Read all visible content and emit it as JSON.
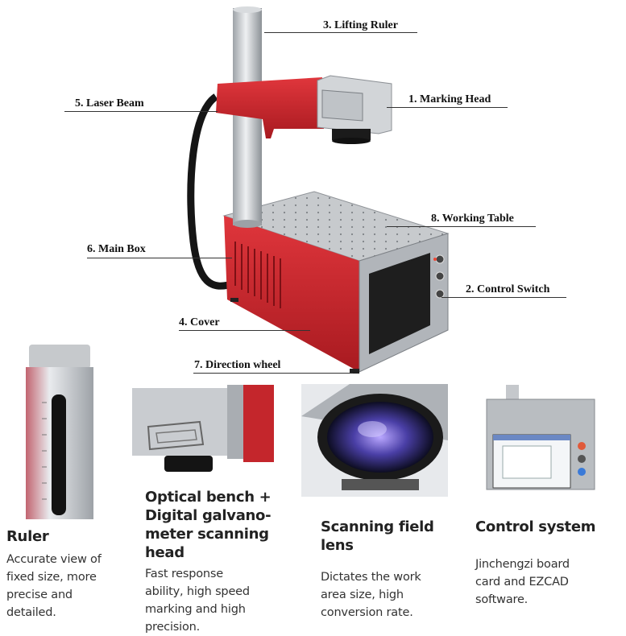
{
  "callouts": {
    "lifting_ruler": "3. Lifting  Ruler",
    "laser_beam": "5. Laser Beam",
    "marking_head": "1. Marking Head",
    "working_table": "8. Working Table",
    "main_box": "6. Main Box",
    "control_switch": "2. Control Switch",
    "cover": "4. Cover",
    "direction_wheel": "7. Direction  wheel"
  },
  "features": [
    {
      "title": "Ruler",
      "description": "Accurate view of fixed size, more precise and detailed."
    },
    {
      "title": "Optical bench + Digital galvano-meter scanning head",
      "description": "Fast response ability, high speed marking and high precision."
    },
    {
      "title": "Scanning field lens",
      "description": "Dictates the work area size, high conversion rate."
    },
    {
      "title": "Control system",
      "description": "Jinchengzi board card and EZCAD software."
    }
  ],
  "colors": {
    "machine_red": "#c8242b",
    "metal": "#b9bdc2",
    "dark": "#1c1c1c"
  }
}
